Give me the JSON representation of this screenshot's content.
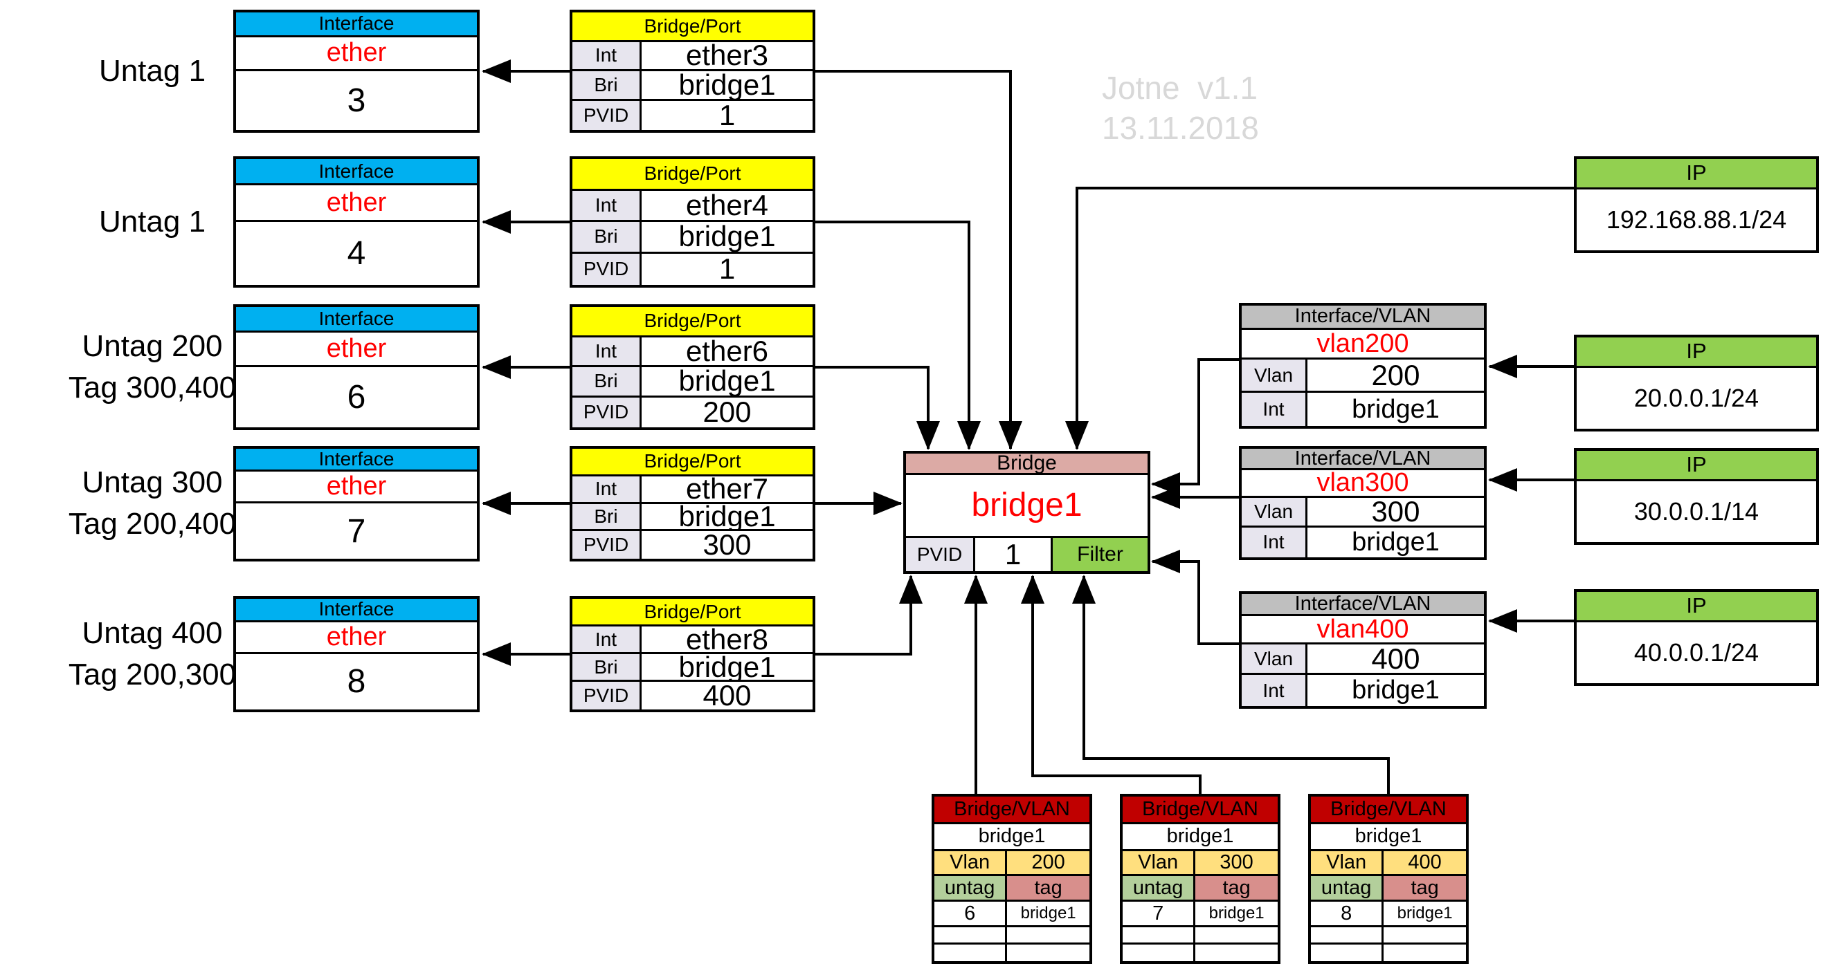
{
  "watermark": {
    "line1": "Jotne  v1.1",
    "line2": "13.11.2018"
  },
  "colors": {
    "interface_header_blue": "#00b0f0",
    "bridge_port_header_yellow": "#ffff00",
    "bridge_header_rose": "#dcaaa5",
    "ip_filter_green": "#92d050",
    "vlan_header_gray": "#bfbfbf",
    "bridge_vlan_header_dark_red": "#c00000",
    "vlan_row_tan": "#ffdf7e",
    "untag_green": "#b3cf9b",
    "tag_rose": "#d88f8c",
    "key_cell_lavender": "#e7e5ee",
    "highlight_text_red": "#ff0000",
    "watermark_gray": "#d8d8d8"
  },
  "rows": [
    {
      "label_line1": "Untag 1",
      "iface": {
        "header": "Interface",
        "kind": "ether",
        "num": "3"
      },
      "bp": {
        "header": "Bridge/Port",
        "int_label": "Int",
        "int_value": "ether3",
        "bri_label": "Bri",
        "bri_value": "bridge1",
        "pvid_label": "PVID",
        "pvid_value": "1"
      }
    },
    {
      "label_line1": "Untag 1",
      "iface": {
        "header": "Interface",
        "kind": "ether",
        "num": "4"
      },
      "bp": {
        "header": "Bridge/Port",
        "int_label": "Int",
        "int_value": "ether4",
        "bri_label": "Bri",
        "bri_value": "bridge1",
        "pvid_label": "PVID",
        "pvid_value": "1"
      }
    },
    {
      "label_line1": "Untag 200",
      "label_line2": "Tag 300,400",
      "iface": {
        "header": "Interface",
        "kind": "ether",
        "num": "6"
      },
      "bp": {
        "header": "Bridge/Port",
        "int_label": "Int",
        "int_value": "ether6",
        "bri_label": "Bri",
        "bri_value": "bridge1",
        "pvid_label": "PVID",
        "pvid_value": "200"
      }
    },
    {
      "label_line1": "Untag 300",
      "label_line2": "Tag 200,400",
      "iface": {
        "header": "Interface",
        "kind": "ether",
        "num": "7"
      },
      "bp": {
        "header": "Bridge/Port",
        "int_label": "Int",
        "int_value": "ether7",
        "bri_label": "Bri",
        "bri_value": "bridge1",
        "pvid_label": "PVID",
        "pvid_value": "300"
      }
    },
    {
      "label_line1": "Untag 400",
      "label_line2": "Tag 200,300",
      "iface": {
        "header": "Interface",
        "kind": "ether",
        "num": "8"
      },
      "bp": {
        "header": "Bridge/Port",
        "int_label": "Int",
        "int_value": "ether8",
        "bri_label": "Bri",
        "bri_value": "bridge1",
        "pvid_label": "PVID",
        "pvid_value": "400"
      }
    }
  ],
  "bridge": {
    "header": "Bridge",
    "name": "bridge1",
    "pvid_label": "PVID",
    "pvid_value": "1",
    "filter_label": "Filter"
  },
  "vlans": [
    {
      "header": "Interface/VLAN",
      "name": "vlan200",
      "vlan_label": "Vlan",
      "vlan_value": "200",
      "int_label": "Int",
      "int_value": "bridge1"
    },
    {
      "header": "Interface/VLAN",
      "name": "vlan300",
      "vlan_label": "Vlan",
      "vlan_value": "300",
      "int_label": "Int",
      "int_value": "bridge1"
    },
    {
      "header": "Interface/VLAN",
      "name": "vlan400",
      "vlan_label": "Vlan",
      "vlan_value": "400",
      "int_label": "Int",
      "int_value": "bridge1"
    }
  ],
  "ips": [
    {
      "header": "IP",
      "address": "192.168.88.1/24"
    },
    {
      "header": "IP",
      "address": "20.0.0.1/24"
    },
    {
      "header": "IP",
      "address": "30.0.0.1/14"
    },
    {
      "header": "IP",
      "address": "40.0.0.1/24"
    }
  ],
  "tables": [
    {
      "header": "Bridge/VLAN",
      "bridge": "bridge1",
      "vlan_label": "Vlan",
      "vlan_value": "200",
      "untag_label": "untag",
      "tag_label": "tag",
      "untag_value": "6",
      "tag_value": "bridge1"
    },
    {
      "header": "Bridge/VLAN",
      "bridge": "bridge1",
      "vlan_label": "Vlan",
      "vlan_value": "300",
      "untag_label": "untag",
      "tag_label": "tag",
      "untag_value": "7",
      "tag_value": "bridge1"
    },
    {
      "header": "Bridge/VLAN",
      "bridge": "bridge1",
      "vlan_label": "Vlan",
      "vlan_value": "400",
      "untag_label": "untag",
      "tag_label": "tag",
      "untag_value": "8",
      "tag_value": "bridge1"
    }
  ]
}
